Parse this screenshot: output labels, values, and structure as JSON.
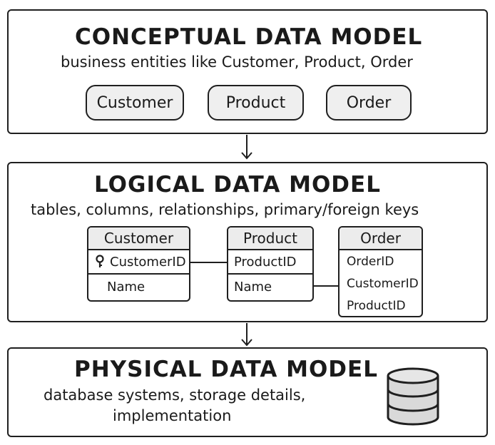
{
  "conceptual": {
    "title": "CONCEPTUAL DATA MODEL",
    "subtitle": "business entities like Customer, Product, Order",
    "entities": [
      "Customer",
      "Product",
      "Order"
    ]
  },
  "logical": {
    "title": "LOGICAL DATA MODEL",
    "subtitle": "tables, columns, relationships, primary/foreign keys",
    "tables": {
      "customer": {
        "name": "Customer",
        "columns": [
          "CustomerID",
          "Name"
        ],
        "key_icon": "key-icon"
      },
      "product": {
        "name": "Product",
        "columns": [
          "ProductID",
          "Name"
        ]
      },
      "order": {
        "name": "Order",
        "columns": [
          "OrderID",
          "CustomerID",
          "ProductID"
        ]
      }
    }
  },
  "physical": {
    "title": "PHYSICAL DATA MODEL",
    "subtitle_line1": "database systems, storage details,",
    "subtitle_line2": "implementation",
    "icon": "database-icon"
  },
  "arrows": [
    "arrow-down-icon",
    "arrow-down-icon"
  ]
}
